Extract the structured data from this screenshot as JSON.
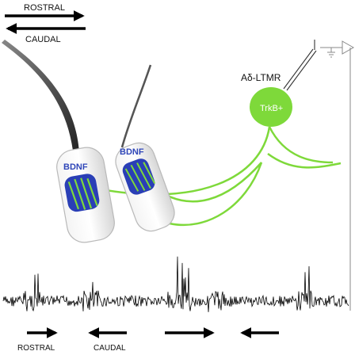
{
  "direction_legend": {
    "forward_label": "ROSTRAL",
    "backward_label": "CAUDAL"
  },
  "neuron": {
    "type_label": "Aδ-LTMR",
    "cell_label": "TrkB+",
    "cell_color": "#7ed93a"
  },
  "follicles": [
    {
      "label": "BDNF"
    },
    {
      "label": "BDNF"
    }
  ],
  "stimulus_directions": [
    {
      "arrow": "right",
      "label": "ROSTRAL"
    },
    {
      "arrow": "left",
      "label": "CAUDAL"
    },
    {
      "arrow": "right",
      "label": ""
    },
    {
      "arrow": "left",
      "label": ""
    }
  ],
  "colors": {
    "axon": "#7ed93a",
    "bdnf_text": "#2f46b8",
    "hair": "#3a3a3a",
    "trace": "#000000"
  }
}
